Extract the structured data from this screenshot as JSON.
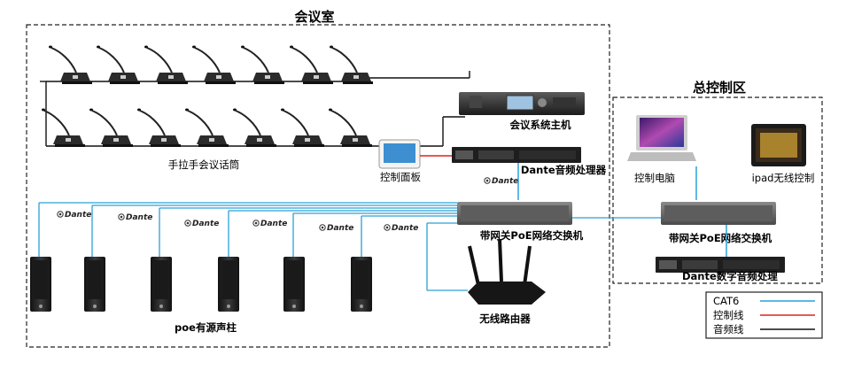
{
  "meeting_room": {
    "title": "会议室",
    "mic_label": "手拉手会议话筒",
    "host_label": "会议系统主机",
    "panel_label": "控制面板",
    "dsp_label": "Dante音频处理器",
    "switch_label": "带网关PoE网络交换机",
    "router_label": "无线路由器",
    "speaker_label": "poe有源声柱",
    "dante_logo_text": "Dante"
  },
  "control_area": {
    "title": "总控制区",
    "laptop_label": "控制电脑",
    "ipad_label": "ipad无线控制",
    "switch_label": "带网关PoE网络交换机",
    "dsp_label": "Dante数字音频处理"
  },
  "legend": {
    "items": [
      {
        "label": "CAT6",
        "color": "#2aa0d8"
      },
      {
        "label": "控制线",
        "color": "#e02020"
      },
      {
        "label": "音频线",
        "color": "#111111"
      }
    ]
  },
  "colors": {
    "cat6": "#2aa0d8",
    "control": "#e02020",
    "audio": "#111111"
  }
}
